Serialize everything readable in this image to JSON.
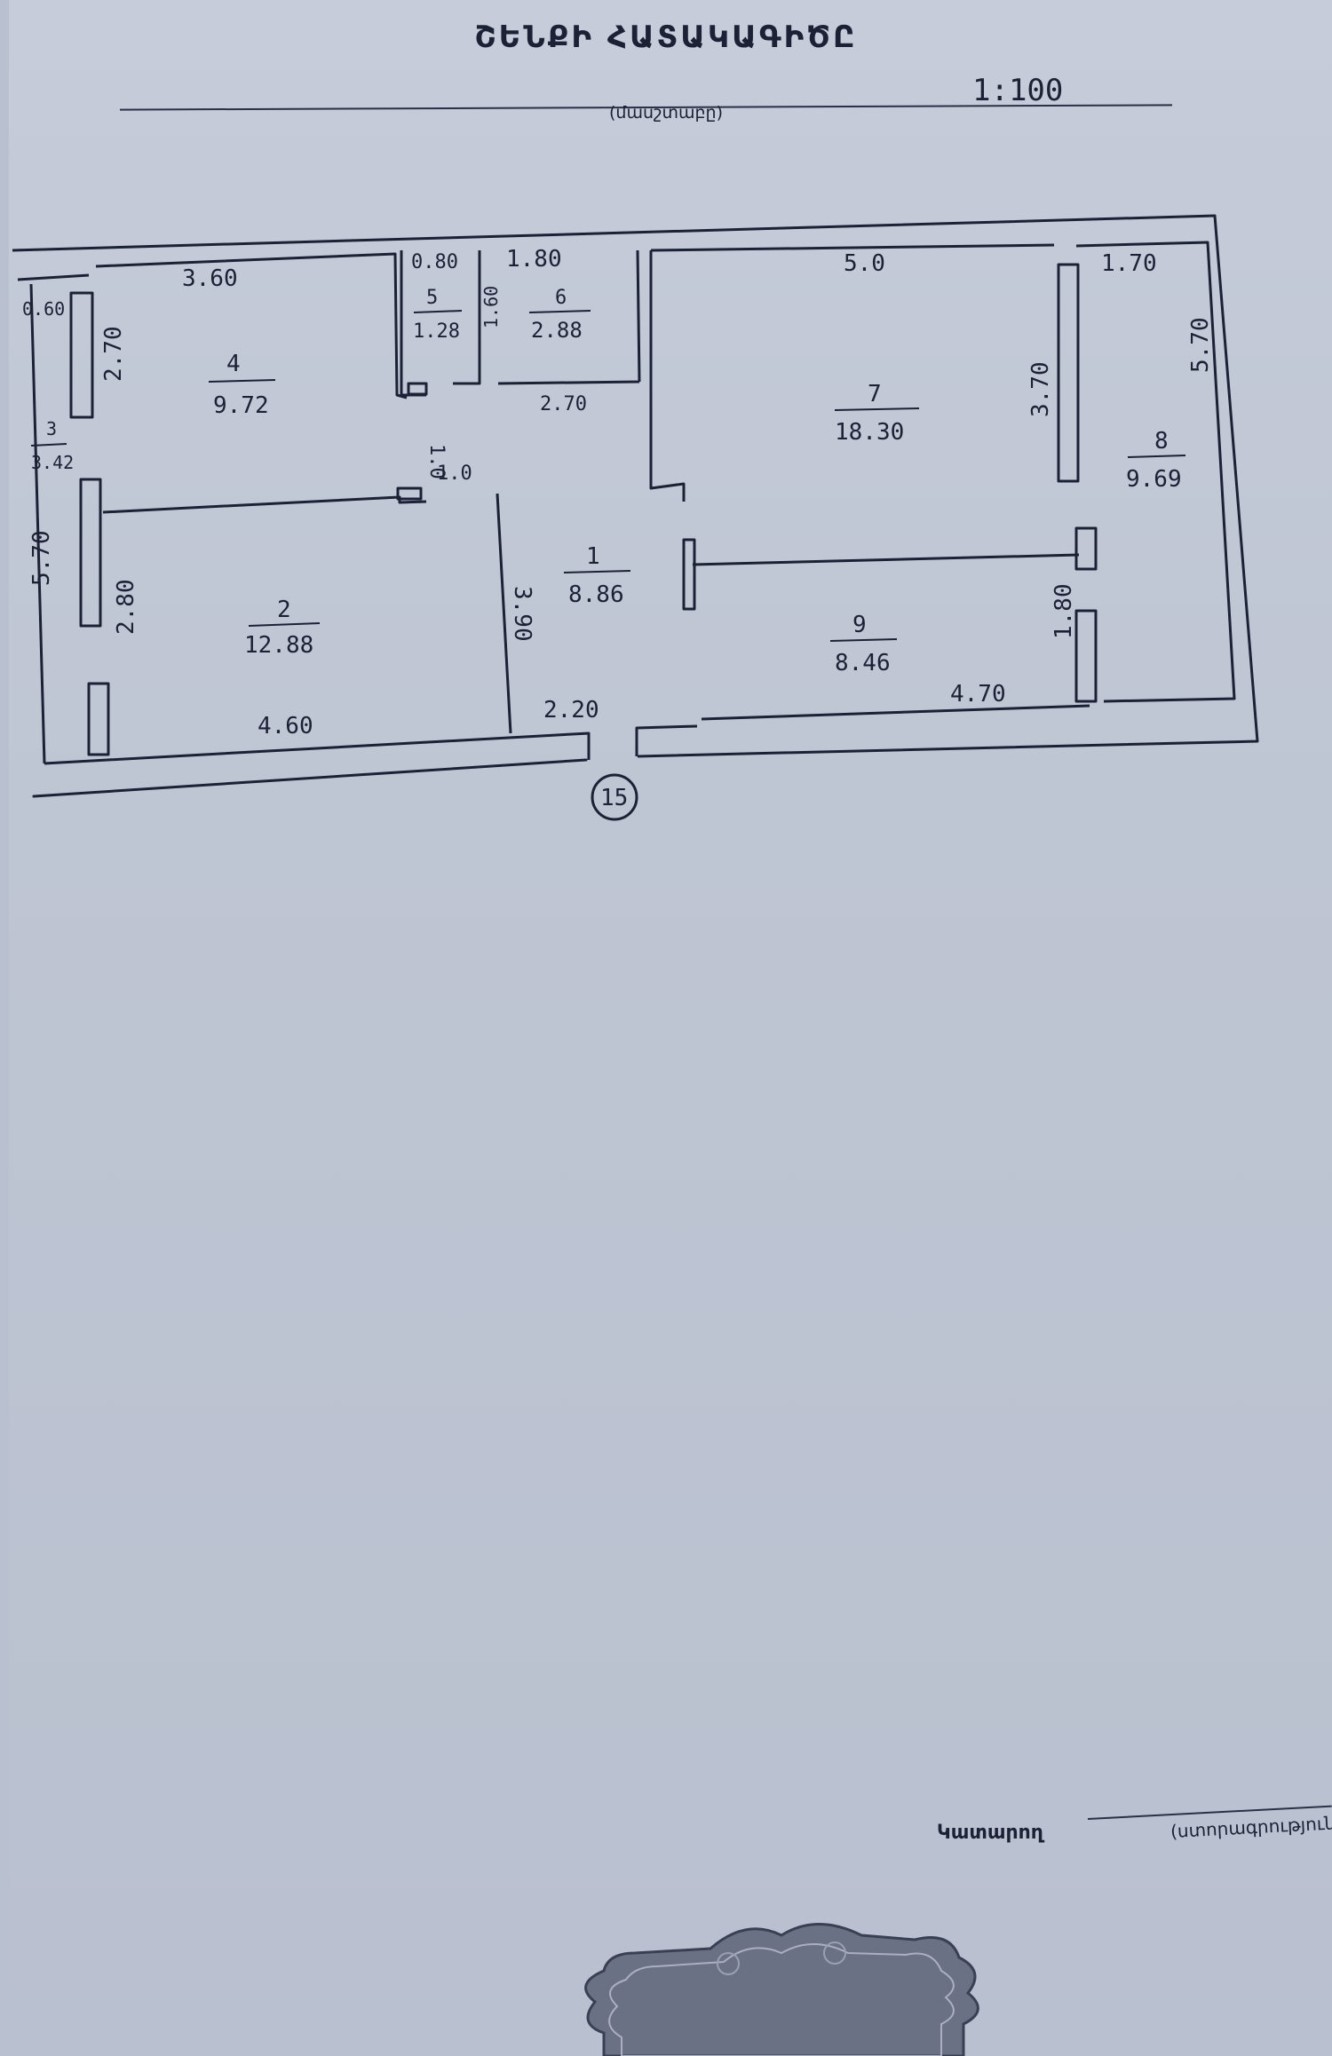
{
  "header": {
    "title": "ՇԵՆՔԻ ՀԱՏԱԿԱԳԻԾԸ",
    "scale": "1:100",
    "caption": "(մասշտաբը)"
  },
  "plan": {
    "entrance_number": "15",
    "rooms": [
      {
        "number": "1",
        "area": "8.86"
      },
      {
        "number": "2",
        "area": "12.88"
      },
      {
        "number": "3",
        "area": "3.42"
      },
      {
        "number": "4",
        "area": "9.72"
      },
      {
        "number": "5",
        "area": "1.28"
      },
      {
        "number": "6",
        "area": "2.88"
      },
      {
        "number": "7",
        "area": "18.30"
      },
      {
        "number": "8",
        "area": "9.69"
      },
      {
        "number": "9",
        "area": "8.46"
      }
    ],
    "dimensions": [
      "3.60",
      "0.60",
      "2.70",
      "0.80",
      "1.80",
      "1.60",
      "2.70",
      "1.0",
      "1.0",
      "3.90",
      "5.70",
      "2.80",
      "4.60",
      "2.20",
      "5.0",
      "1.70",
      "5.70",
      "3.70",
      "1.80",
      "4.70"
    ]
  },
  "footer": {
    "signer_label": "Կատարող",
    "signature_caption": "(ստորագրություն)"
  },
  "colors": {
    "ink": "#1c2236",
    "paper": "#c2c8d6"
  }
}
